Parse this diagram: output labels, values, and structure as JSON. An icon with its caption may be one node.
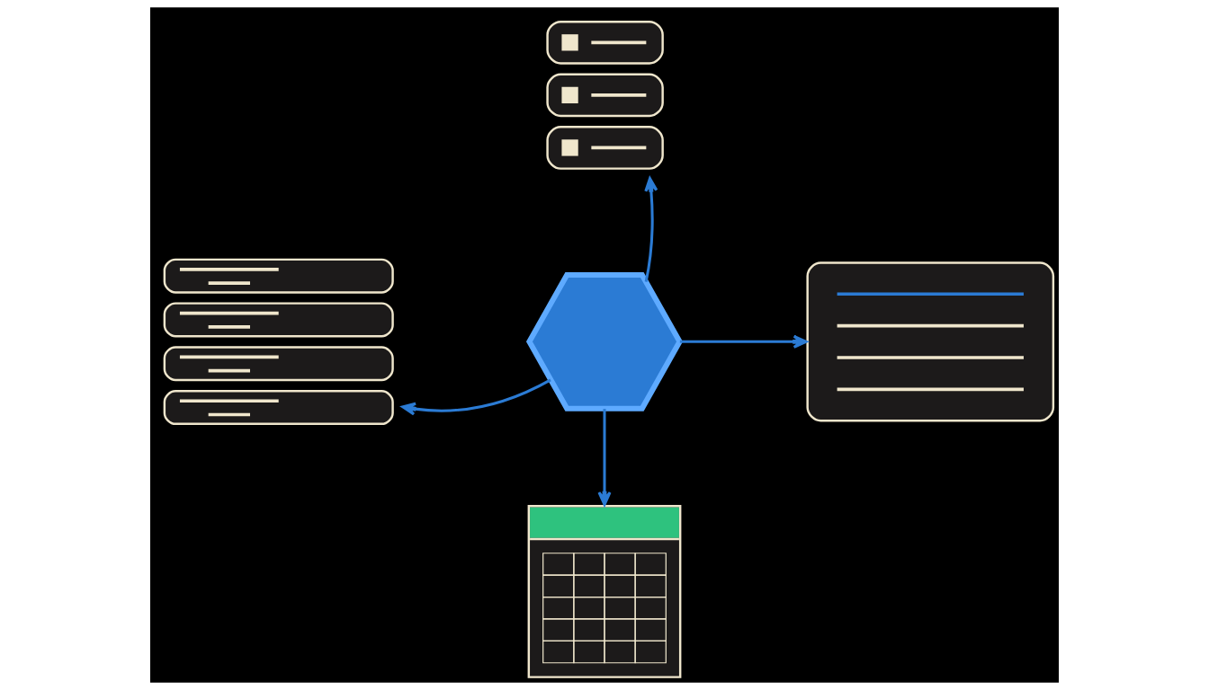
{
  "diagram": {
    "nodes": [
      {
        "text": [],
        "shape": "picture"
      },
      {
        "text": [],
        "shape": "picture"
      },
      {
        "text": [],
        "shape": "hexagon"
      },
      {
        "text": [],
        "shape": "picture"
      },
      {
        "text": [],
        "shape": "picture"
      }
    ],
    "edges": [
      {
        "from": 2,
        "to": 0,
        "arrow": "to"
      },
      {
        "from": 2,
        "to": 1,
        "arrow": "to"
      },
      {
        "from": 2,
        "to": 3,
        "arrow": "to"
      },
      {
        "from": 2,
        "to": 4,
        "arrow": "to"
      }
    ]
  }
}
